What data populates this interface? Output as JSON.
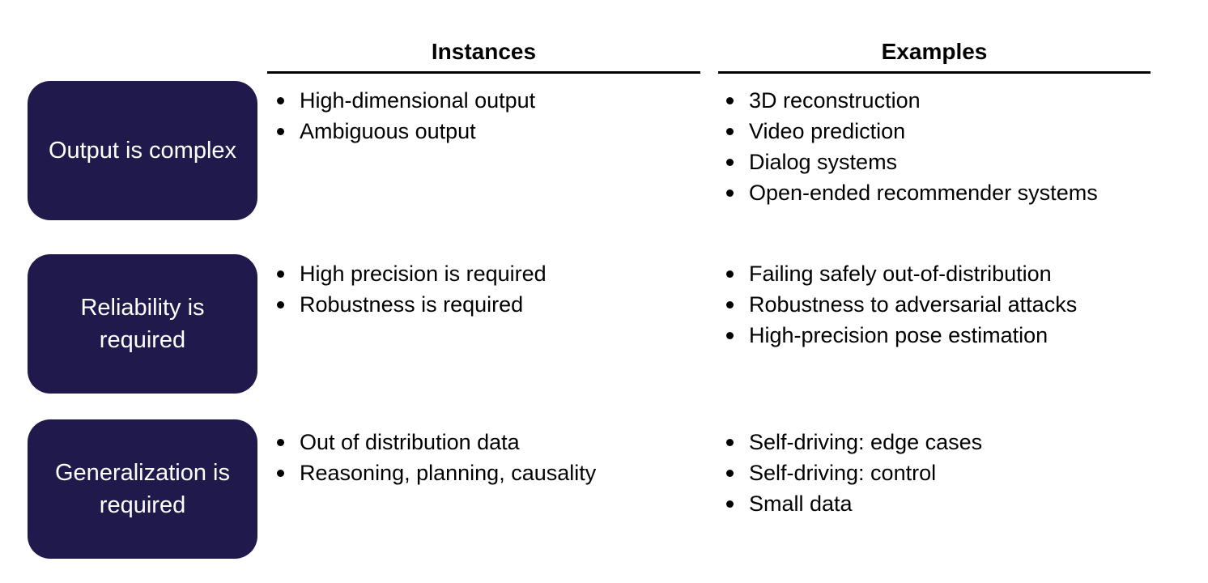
{
  "header": {
    "instances_label": "Instances",
    "examples_label": "Examples"
  },
  "rows": [
    {
      "label": "Output is complex",
      "instances": [
        "High-dimensional output",
        "Ambiguous output"
      ],
      "examples": [
        "3D reconstruction",
        "Video prediction",
        "Dialog systems",
        "Open-ended recommender systems"
      ]
    },
    {
      "label": "Reliability is\nrequired",
      "instances": [
        "High precision is required",
        "Robustness is required"
      ],
      "examples": [
        "Failing safely out-of-distribution",
        "Robustness to adversarial attacks",
        "High-precision pose estimation"
      ]
    },
    {
      "label": "Generalization is\nrequired",
      "instances": [
        "Out of distribution data",
        "Reasoning, planning, causality"
      ],
      "examples": [
        "Self-driving: edge cases",
        "Self-driving: control",
        "Small data"
      ]
    }
  ],
  "colors": {
    "box_background": "#1f1a4b",
    "box_text": "#ffffff",
    "body_text": "#000000",
    "header_rule": "#000000",
    "page_background": "#ffffff"
  }
}
